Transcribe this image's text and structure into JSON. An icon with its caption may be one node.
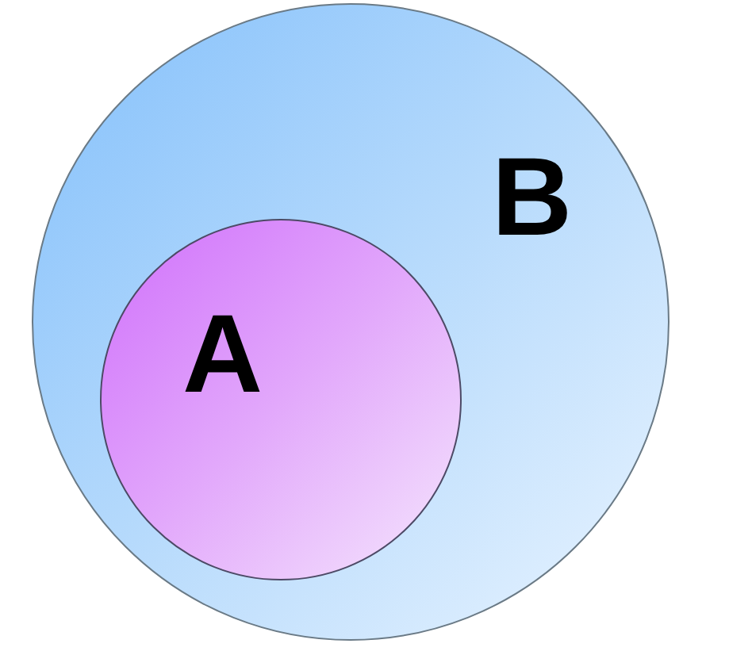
{
  "diagram": {
    "nodes": [
      {
        "text": [
          "B"
        ]
      },
      {
        "text": [
          "A"
        ],
        "in": 0
      }
    ]
  }
}
